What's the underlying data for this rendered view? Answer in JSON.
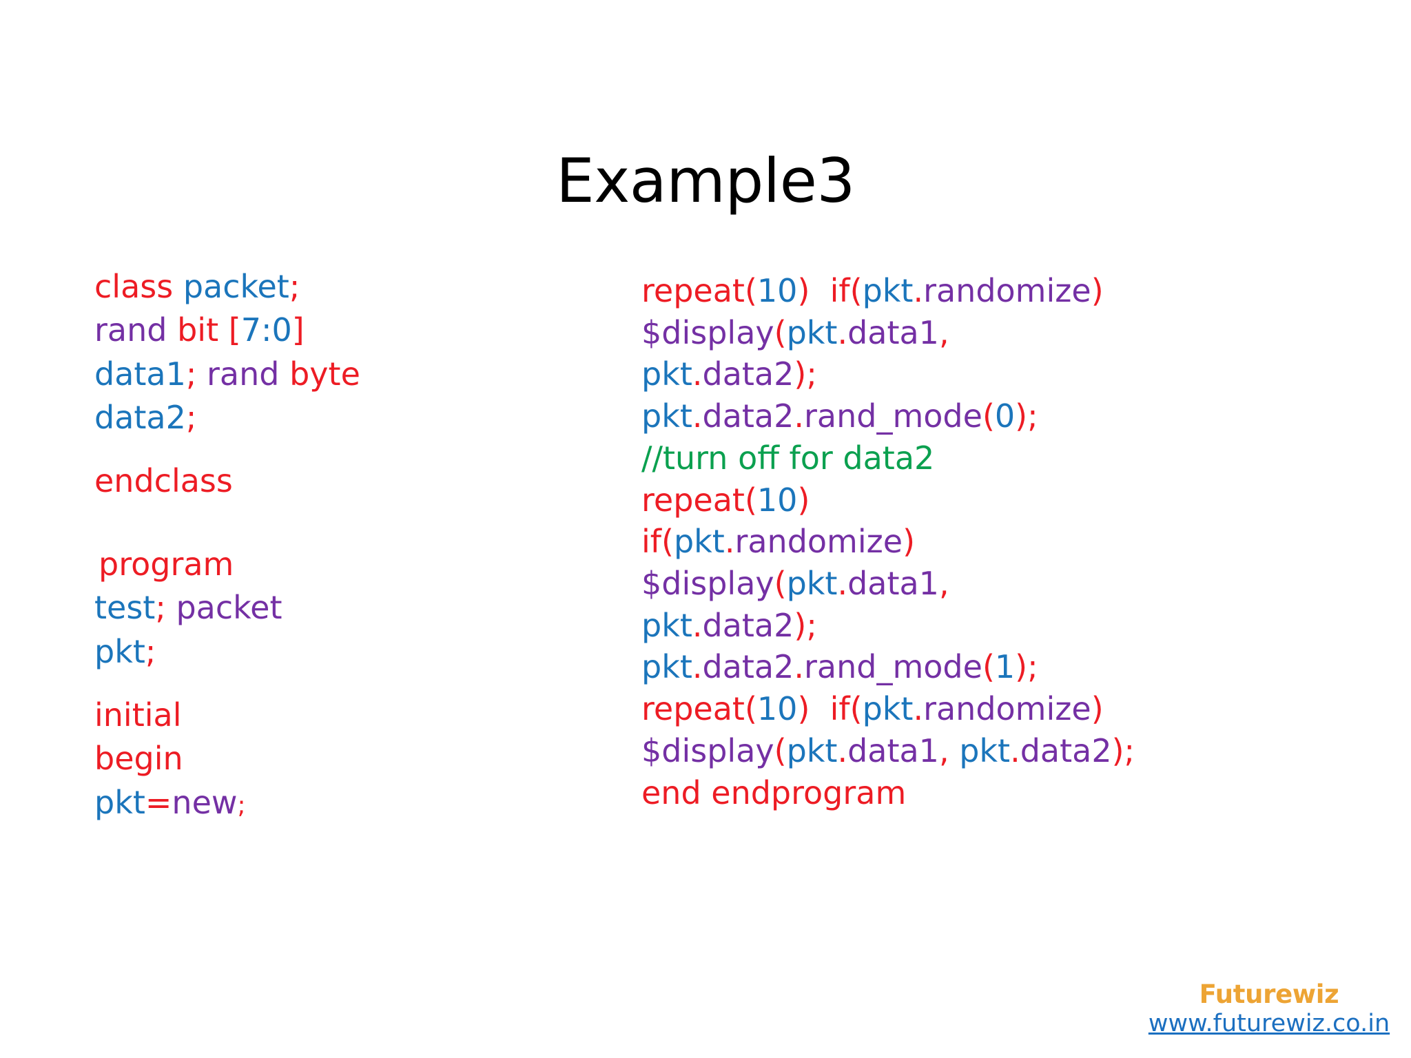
{
  "slide": {
    "title": "Example3"
  },
  "colors": {
    "keyword_red": "#ED1C24",
    "identifier_blue": "#1B75BB",
    "member_purple": "#7430A4",
    "comment_green": "#0BA04F",
    "brand_orange": "#EDA434",
    "link_blue": "#1B6FC0",
    "background": "#FFFFFF",
    "title_black": "#000000"
  },
  "left_column": {
    "lines": [
      {
        "id": "l1",
        "blank": false,
        "tokens": [
          {
            "t": "class",
            "c": "red"
          },
          {
            "t": " ",
            "c": "red"
          },
          {
            "t": "packet",
            "c": "blue"
          },
          {
            "t": ";",
            "c": "red"
          }
        ]
      },
      {
        "id": "l2",
        "blank": false,
        "tokens": [
          {
            "t": "rand",
            "c": "purple"
          },
          {
            "t": " ",
            "c": "purple"
          },
          {
            "t": "bit",
            "c": "red"
          },
          {
            "t": " ",
            "c": "red"
          },
          {
            "t": "[",
            "c": "red"
          },
          {
            "t": "7:0",
            "c": "blue"
          },
          {
            "t": "]",
            "c": "red"
          }
        ]
      },
      {
        "id": "l3",
        "blank": false,
        "tokens": [
          {
            "t": "data1",
            "c": "blue"
          },
          {
            "t": ";",
            "c": "red"
          },
          {
            "t": " ",
            "c": "red"
          },
          {
            "t": "rand",
            "c": "purple"
          },
          {
            "t": " ",
            "c": "purple"
          },
          {
            "t": "byte",
            "c": "red"
          }
        ]
      },
      {
        "id": "l4",
        "blank": false,
        "tokens": [
          {
            "t": "data2",
            "c": "blue"
          },
          {
            "t": ";",
            "c": "red"
          }
        ]
      },
      {
        "id": "l5",
        "blank": true,
        "tokens": []
      },
      {
        "id": "l6",
        "blank": false,
        "tokens": [
          {
            "t": "endclass",
            "c": "red"
          }
        ]
      },
      {
        "id": "l7",
        "blank": true,
        "tokens": []
      },
      {
        "id": "l8",
        "blank": true,
        "tokens": []
      },
      {
        "id": "l9",
        "blank": false,
        "indent": true,
        "tokens": [
          {
            "t": "program",
            "c": "red"
          }
        ]
      },
      {
        "id": "l10",
        "blank": false,
        "tokens": [
          {
            "t": "test",
            "c": "blue"
          },
          {
            "t": ";",
            "c": "red"
          },
          {
            "t": " ",
            "c": "red"
          },
          {
            "t": "packet",
            "c": "purple"
          }
        ]
      },
      {
        "id": "l11",
        "blank": false,
        "tokens": [
          {
            "t": "pkt",
            "c": "blue"
          },
          {
            "t": ";",
            "c": "red"
          }
        ]
      },
      {
        "id": "l12",
        "blank": true,
        "tokens": []
      },
      {
        "id": "l13",
        "blank": false,
        "tokens": [
          {
            "t": "initial",
            "c": "red"
          }
        ]
      },
      {
        "id": "l14",
        "blank": false,
        "tokens": [
          {
            "t": "begin",
            "c": "red"
          }
        ]
      },
      {
        "id": "l15",
        "blank": false,
        "tokens": [
          {
            "t": "pkt",
            "c": "blue"
          },
          {
            "t": "=",
            "c": "red"
          },
          {
            "t": "new",
            "c": "purple"
          },
          {
            "t": ";",
            "c": "red",
            "small": true
          }
        ]
      }
    ]
  },
  "right_column": {
    "lines": [
      {
        "id": "r1",
        "tokens": [
          {
            "t": "repeat",
            "c": "red"
          },
          {
            "t": "(",
            "c": "red"
          },
          {
            "t": "10",
            "c": "blue"
          },
          {
            "t": ")",
            "c": "red"
          },
          {
            "t": "  ",
            "c": "red"
          },
          {
            "t": "if",
            "c": "red"
          },
          {
            "t": "(",
            "c": "red"
          },
          {
            "t": "pkt",
            "c": "blue"
          },
          {
            "t": ".",
            "c": "red"
          },
          {
            "t": "randomize",
            "c": "purple"
          },
          {
            "t": ")",
            "c": "red"
          }
        ]
      },
      {
        "id": "r2",
        "tokens": [
          {
            "t": "$display",
            "c": "purple"
          },
          {
            "t": "(",
            "c": "red"
          },
          {
            "t": "pkt",
            "c": "blue"
          },
          {
            "t": ".",
            "c": "red"
          },
          {
            "t": "data1",
            "c": "purple"
          },
          {
            "t": ",",
            "c": "red"
          }
        ]
      },
      {
        "id": "r3",
        "tokens": [
          {
            "t": "pkt",
            "c": "blue"
          },
          {
            "t": ".",
            "c": "red"
          },
          {
            "t": "data2",
            "c": "purple"
          },
          {
            "t": ")",
            "c": "red"
          },
          {
            "t": ";",
            "c": "red"
          }
        ]
      },
      {
        "id": "r4",
        "tokens": [
          {
            "t": "pkt",
            "c": "blue"
          },
          {
            "t": ".",
            "c": "red"
          },
          {
            "t": "data2",
            "c": "purple"
          },
          {
            "t": ".",
            "c": "red"
          },
          {
            "t": "rand_mode",
            "c": "purple"
          },
          {
            "t": "(",
            "c": "red"
          },
          {
            "t": "0",
            "c": "blue"
          },
          {
            "t": ")",
            "c": "red"
          },
          {
            "t": ";",
            "c": "red"
          }
        ]
      },
      {
        "id": "r5",
        "tokens": [
          {
            "t": "//turn off for data2",
            "c": "green"
          }
        ]
      },
      {
        "id": "r6",
        "tokens": [
          {
            "t": "repeat",
            "c": "red"
          },
          {
            "t": "(",
            "c": "red"
          },
          {
            "t": "10",
            "c": "blue"
          },
          {
            "t": ")",
            "c": "red"
          }
        ]
      },
      {
        "id": "r7",
        "tokens": [
          {
            "t": "if",
            "c": "red"
          },
          {
            "t": "(",
            "c": "red"
          },
          {
            "t": "pkt",
            "c": "blue"
          },
          {
            "t": ".",
            "c": "red"
          },
          {
            "t": "randomize",
            "c": "purple"
          },
          {
            "t": ")",
            "c": "red"
          }
        ]
      },
      {
        "id": "r8",
        "tokens": [
          {
            "t": "$display",
            "c": "purple"
          },
          {
            "t": "(",
            "c": "red"
          },
          {
            "t": "pkt",
            "c": "blue"
          },
          {
            "t": ".",
            "c": "red"
          },
          {
            "t": "data1",
            "c": "purple"
          },
          {
            "t": ",",
            "c": "red"
          }
        ]
      },
      {
        "id": "r9",
        "tokens": [
          {
            "t": "pkt",
            "c": "blue"
          },
          {
            "t": ".",
            "c": "red"
          },
          {
            "t": "data2",
            "c": "purple"
          },
          {
            "t": ")",
            "c": "red"
          },
          {
            "t": ";",
            "c": "red"
          }
        ]
      },
      {
        "id": "r10",
        "tokens": [
          {
            "t": "pkt",
            "c": "blue"
          },
          {
            "t": ".",
            "c": "red"
          },
          {
            "t": "data2",
            "c": "purple"
          },
          {
            "t": ".",
            "c": "red"
          },
          {
            "t": "rand_mode",
            "c": "purple"
          },
          {
            "t": "(",
            "c": "red"
          },
          {
            "t": "1",
            "c": "blue"
          },
          {
            "t": ")",
            "c": "red"
          },
          {
            "t": ";",
            "c": "red"
          }
        ]
      },
      {
        "id": "r11",
        "tokens": [
          {
            "t": "repeat",
            "c": "red"
          },
          {
            "t": "(",
            "c": "red"
          },
          {
            "t": "10",
            "c": "blue"
          },
          {
            "t": ")",
            "c": "red"
          },
          {
            "t": "  ",
            "c": "red"
          },
          {
            "t": "if",
            "c": "red"
          },
          {
            "t": "(",
            "c": "red"
          },
          {
            "t": "pkt",
            "c": "blue"
          },
          {
            "t": ".",
            "c": "red"
          },
          {
            "t": "randomize",
            "c": "purple"
          },
          {
            "t": ")",
            "c": "red"
          }
        ]
      },
      {
        "id": "r12",
        "tokens": [
          {
            "t": "$display",
            "c": "purple"
          },
          {
            "t": "(",
            "c": "red"
          },
          {
            "t": "pkt",
            "c": "blue"
          },
          {
            "t": ".",
            "c": "red"
          },
          {
            "t": "data1",
            "c": "purple"
          },
          {
            "t": ", ",
            "c": "red"
          },
          {
            "t": "pkt",
            "c": "blue"
          },
          {
            "t": ".",
            "c": "red"
          },
          {
            "t": "data2",
            "c": "purple"
          },
          {
            "t": ")",
            "c": "red"
          },
          {
            "t": ";",
            "c": "red"
          }
        ]
      },
      {
        "id": "r13",
        "tokens": [
          {
            "t": "end endprogram",
            "c": "red"
          }
        ]
      }
    ]
  },
  "footer": {
    "brand_name": "Futurewiz",
    "brand_url": "www.futurewiz.co.in"
  }
}
